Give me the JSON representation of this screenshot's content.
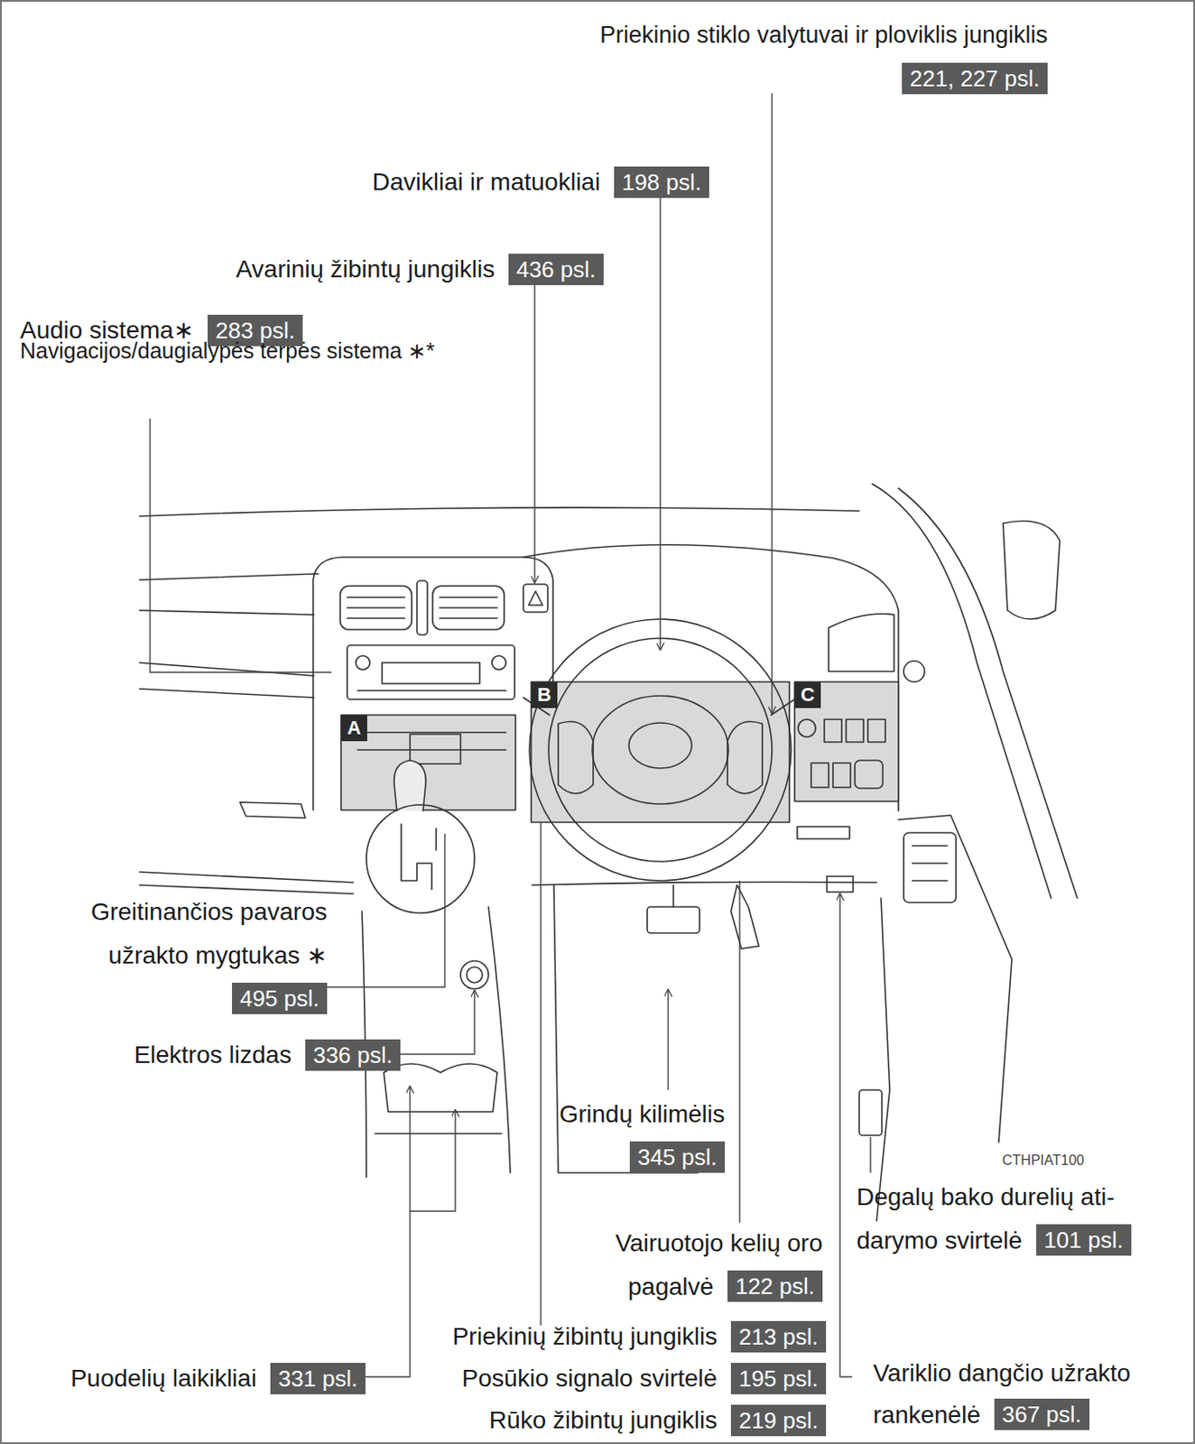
{
  "diagram": {
    "nodes": [
      {
        "text": [
          "Priekinio stiklo valytuvai ir ploviklis jungiklis",
          "221, 227 psl."
        ]
      },
      {
        "text": [
          "Davikliai ir matuokliai",
          "198 psl."
        ]
      },
      {
        "text": [
          "Avarinių žibintų jungiklis",
          "436 psl."
        ]
      },
      {
        "text": [
          "Audio sistema∗",
          "283 psl."
        ]
      },
      {
        "text": [
          "A"
        ]
      },
      {
        "text": [
          "B"
        ]
      },
      {
        "text": [
          "C"
        ]
      },
      {
        "text": [
          "Greitinančios pavaros užrakto mygtukas ∗",
          "495 psl."
        ]
      },
      {
        "text": [
          "Elektros lizdas",
          "336 psl."
        ]
      },
      {
        "text": [
          "Grindų kilimėlis",
          "345 psl."
        ]
      },
      {
        "text": [
          "Degalų bako durelių ati- darymo svirtelė",
          "101 psl."
        ]
      },
      {
        "text": [
          "Vairuotojo kelių oro pagalvė",
          "122 psl."
        ]
      },
      {
        "text": [
          "Priekinių žibintų jungiklis",
          "213 psl."
        ]
      },
      {
        "text": [
          "Posūkio signalo svirtelė",
          "195 psl."
        ]
      },
      {
        "text": [
          "Variklio dangčio užrakto rankenėlė",
          "367 psl."
        ]
      },
      {
        "text": [
          "Puodelių laikikliai",
          "331 psl."
        ]
      },
      {
        "text": [
          "Rūko žibintų jungiklis",
          "219 psl."
        ]
      }
    ],
    "labels": [
      "Navigacijos/daugialypės terpės sistema ∗*",
      "CTHPIAT100"
    ]
  }
}
